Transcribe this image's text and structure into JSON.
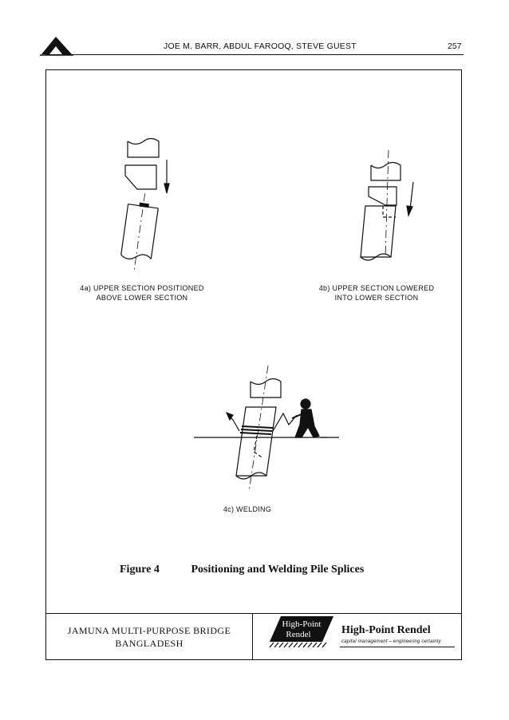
{
  "header": {
    "authors": "JOE M. BARR, ABDUL FAROOQ, STEVE GUEST",
    "page_number": "257"
  },
  "figure": {
    "subfigures": [
      {
        "label_line1": "4a) UPPER SECTION POSITIONED",
        "label_line2": "ABOVE LOWER SECTION"
      },
      {
        "label_line1": "4b) UPPER SECTION LOWERED",
        "label_line2": "INTO LOWER SECTION"
      },
      {
        "label_line1": "4c) WELDING"
      }
    ],
    "caption_number": "Figure 4",
    "caption_title": "Positioning and Welding Pile Splices"
  },
  "footer": {
    "project_line1": "JAMUNA MULTI-PURPOSE BRIDGE",
    "project_line2": "BANGLADESH",
    "company_logo_line1": "High-Point",
    "company_logo_line2": "Rendel",
    "company_name": "High-Point Rendel",
    "company_tagline": "capital management – engineering certainty"
  }
}
